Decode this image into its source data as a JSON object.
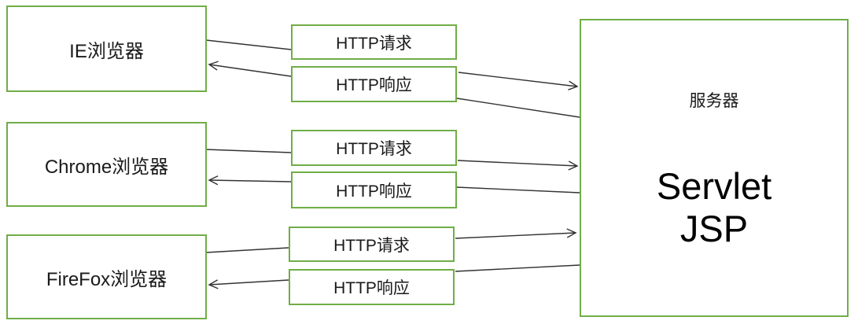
{
  "diagram": {
    "clients": [
      {
        "label": "IE浏览器"
      },
      {
        "label": "Chrome浏览器"
      },
      {
        "label": "FireFox浏览器"
      }
    ],
    "rows": [
      {
        "request_label": "HTTP请求",
        "response_label": "HTTP响应"
      },
      {
        "request_label": "HTTP请求",
        "response_label": "HTTP响应"
      },
      {
        "request_label": "HTTP请求",
        "response_label": "HTTP响应"
      }
    ],
    "server": {
      "title": "服务器",
      "tech_line1": "Servlet",
      "tech_line2": "JSP"
    },
    "colors": {
      "box_border": "#70AD47",
      "connector": "#333333",
      "text": "#1a1a1a"
    }
  }
}
